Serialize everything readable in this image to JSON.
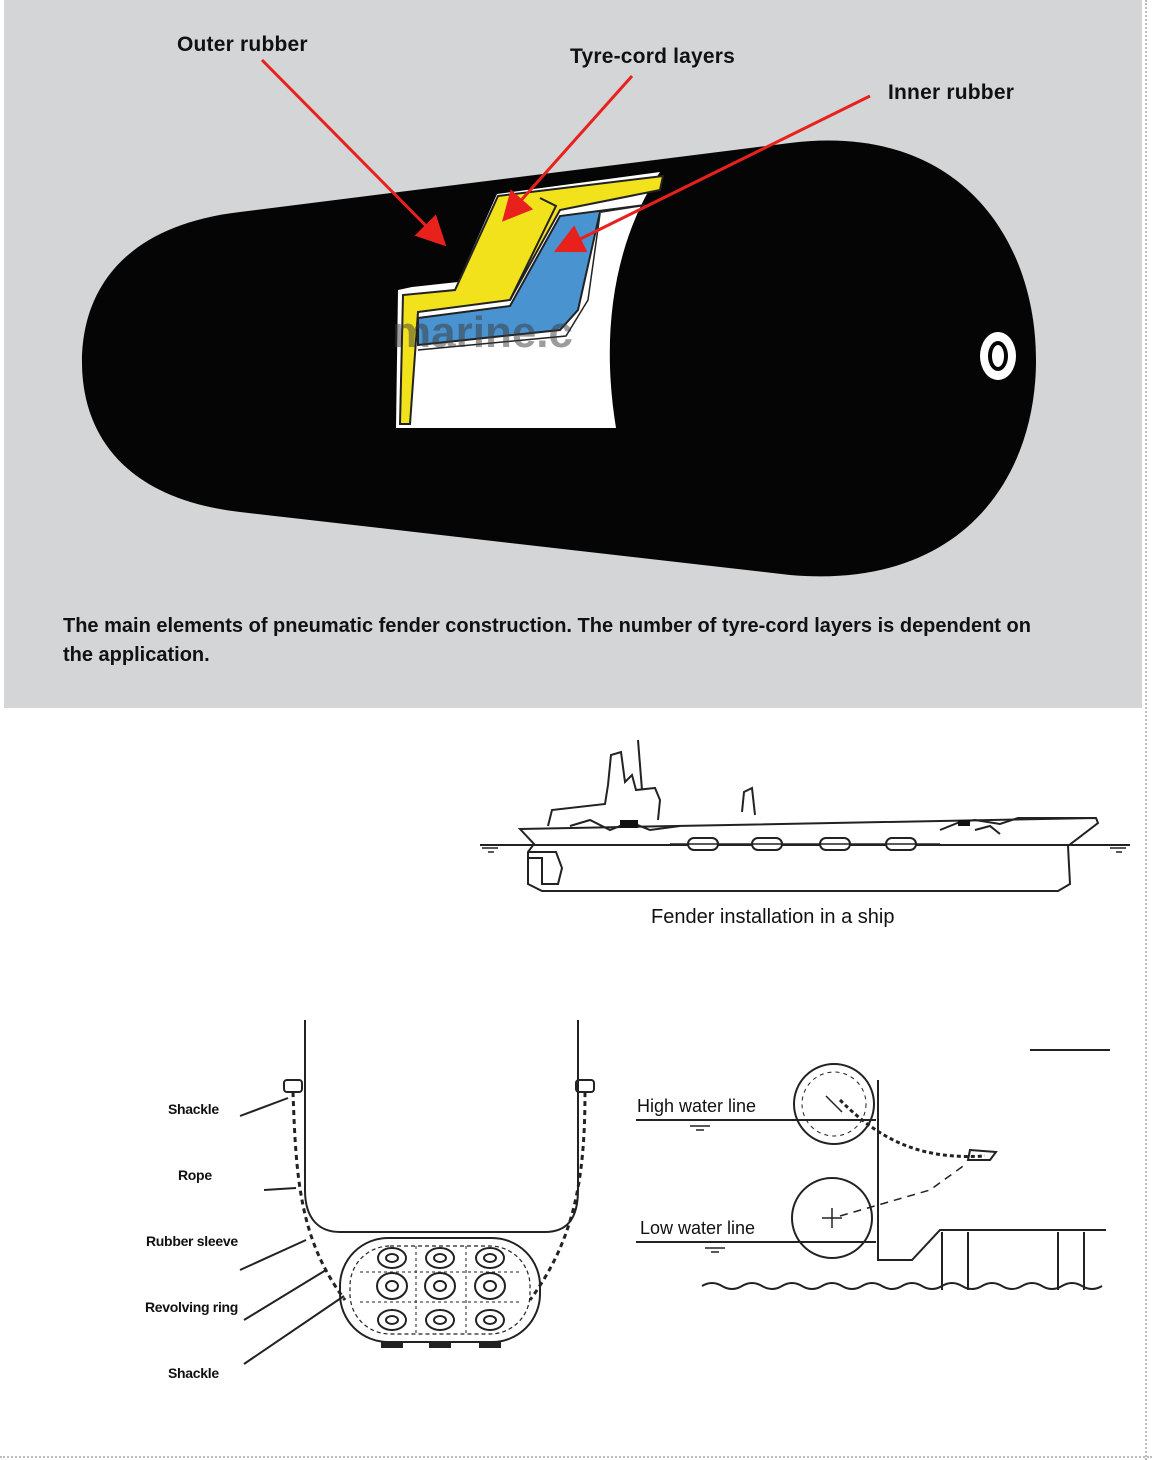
{
  "fender_cutaway": {
    "labels": {
      "outer_rubber": "Outer rubber",
      "tyre_cord_layers": "Tyre-cord layers",
      "inner_rubber": "Inner rubber"
    },
    "watermark": "marine.c",
    "caption": "The main elements of pneumatic fender construction. The number of tyre-cord layers is dependent on the application.",
    "colors": {
      "panel": "#d4d5d6",
      "body": "#050505",
      "tyre_cord": "#f2e21c",
      "inner": "#4a93d1",
      "arrow": "#e8211d"
    }
  },
  "ship_installation": {
    "caption": "Fender installation in a ship"
  },
  "chain_net_diagram": {
    "labels": [
      "Shackle",
      "Rope",
      "Rubber sleeve",
      "Revolving ring",
      "Shackle"
    ]
  },
  "water_line_diagram": {
    "high_water_line": "High water line",
    "low_water_line": "Low water line"
  }
}
